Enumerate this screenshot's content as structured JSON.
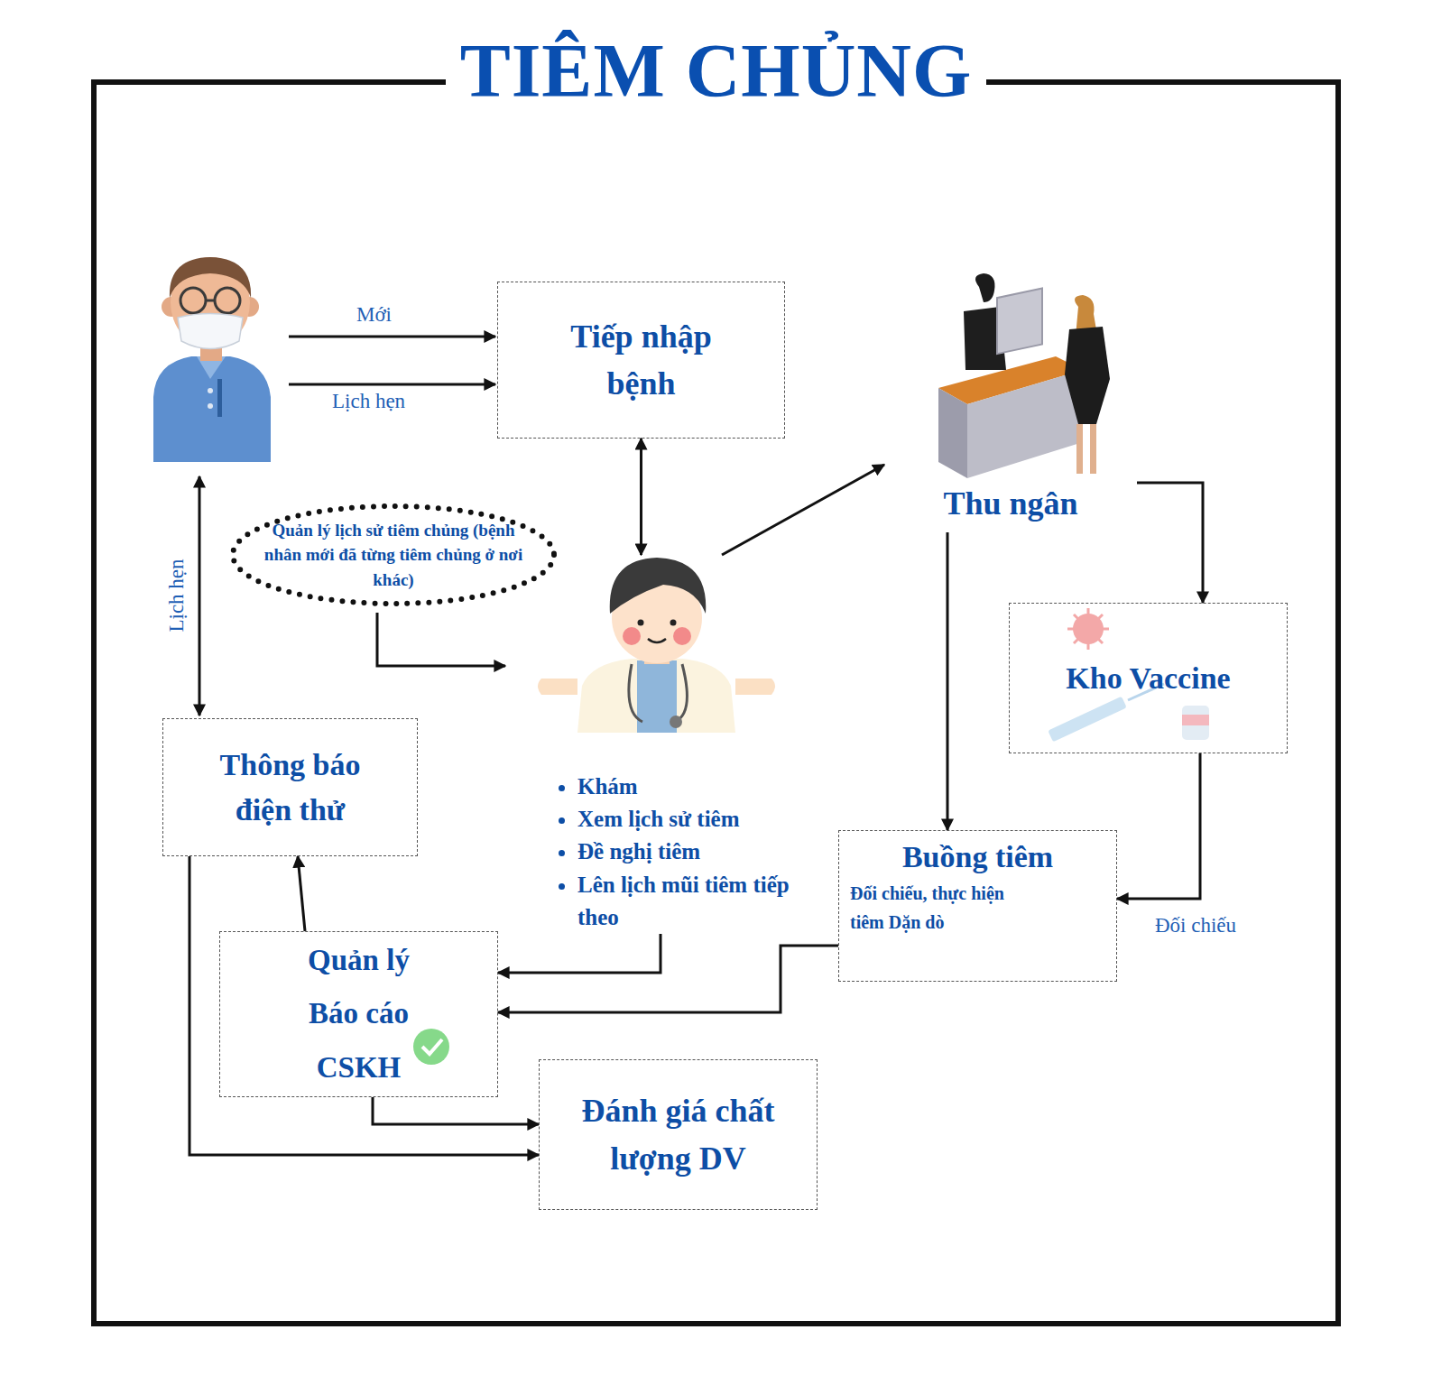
{
  "diagram": {
    "title": "TIÊM CHỦNG",
    "nodes": [
      {
        "text": [
          "Tiếp nhập bệnh"
        ]
      },
      {
        "text": [
          "Thu ngân"
        ]
      },
      {
        "text": [
          "Quản lý lịch sử tiêm chủng (bệnh nhân mới đã từng tiêm chủng ở nơi khác)"
        ]
      },
      {
        "text": [
          "Khám",
          "Xem lịch sử tiêm",
          "Đề nghị tiêm",
          "Lên lịch mũi tiêm tiếp theo"
        ]
      },
      {
        "text": [
          "Kho Vaccine"
        ]
      },
      {
        "text": [
          "Thông báo điện thử"
        ]
      },
      {
        "text": [
          "Buồng tiêm",
          "Đối chiếu, thực hiện tiêm Dặn dò"
        ]
      },
      {
        "text": [
          "Quản lý Báo cáo CSKH"
        ]
      },
      {
        "text": [
          "Đánh giá chất lượng DV"
        ]
      }
    ],
    "edges": [
      {
        "from": 0,
        "to": 3,
        "arrow": "both"
      },
      {
        "from": 3,
        "to": 1,
        "arrow": "to"
      },
      {
        "from": 2,
        "to": 3,
        "arrow": "to"
      },
      {
        "from": 1,
        "to": 4,
        "arrow": "to"
      },
      {
        "from": 1,
        "to": 6,
        "arrow": "to"
      },
      {
        "from": 4,
        "to": 6,
        "label": "Đối chiếu",
        "arrow": "to"
      },
      {
        "from": 3,
        "to": 7,
        "arrow": "to"
      },
      {
        "from": 6,
        "to": 7,
        "arrow": "to"
      },
      {
        "from": 7,
        "to": 5,
        "arrow": "to"
      },
      {
        "from": 7,
        "to": 8,
        "arrow": "to"
      },
      {
        "from": 5,
        "to": 8,
        "arrow": "to"
      }
    ],
    "labels": [
      "Mới",
      "Lịch hẹn",
      "Lịch hẹn"
    ]
  }
}
